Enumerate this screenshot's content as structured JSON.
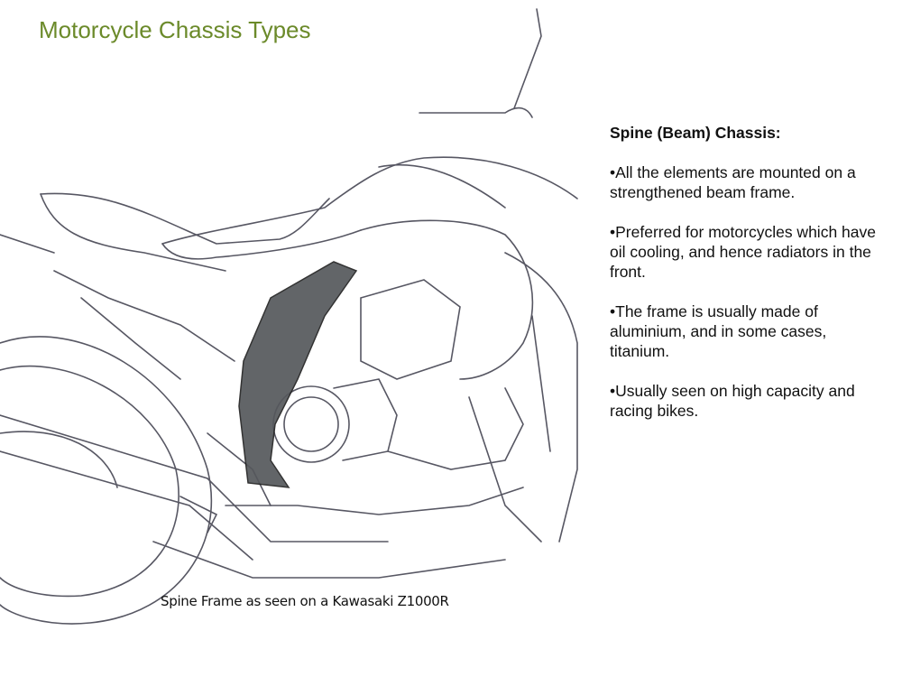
{
  "title": "Motorcycle Chassis Types",
  "panel": {
    "heading": "Spine (Beam) Chassis:",
    "bullets": [
      "•All the elements are mounted on a strengthened beam frame.",
      "•Preferred for motorcycles which have oil cooling, and hence radiators in the front.",
      "•The frame is usually made of aluminium, and in some cases, titanium.",
      "•Usually seen on high capacity and racing bikes."
    ]
  },
  "caption": "Spine Frame as seen on a Kawasaki Z1000R",
  "colors": {
    "title": "#6b8a2a",
    "spine": "#55585c",
    "sketch": "#3a3a48"
  }
}
